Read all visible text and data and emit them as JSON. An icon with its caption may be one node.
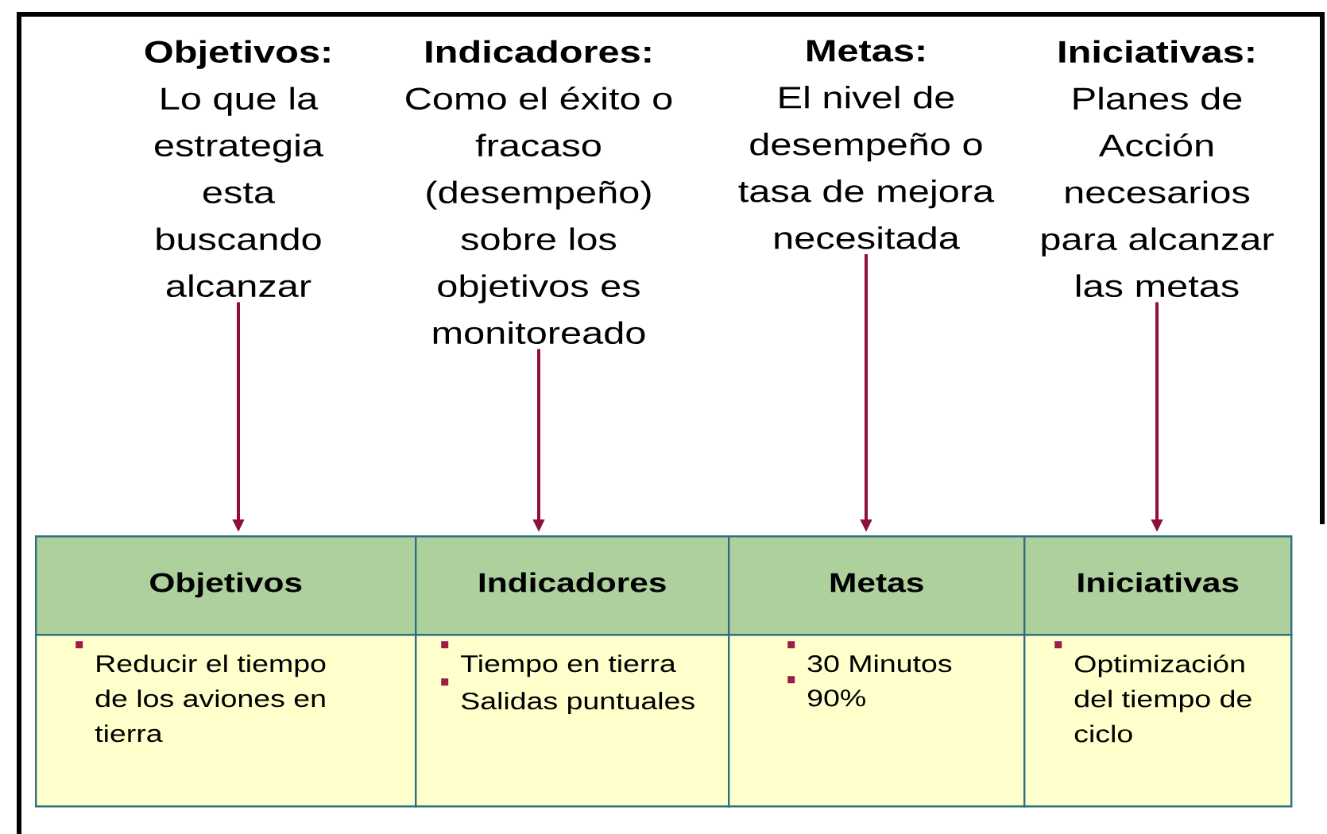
{
  "diagram": {
    "nodes": [
      {
        "text": [
          "Objetivos:",
          "Lo que la estrategia esta buscando alcanzar"
        ]
      },
      {
        "text": [
          "Indicadores:",
          "Como el éxito o fracaso (desempeño) sobre los objetivos es monitoreado"
        ]
      },
      {
        "text": [
          "Metas:",
          "El nivel de desempeño o tasa de mejora necesitada"
        ]
      },
      {
        "text": [
          "Iniciativas:",
          "Planes de Acción necesarios para alcanzar las metas"
        ]
      },
      {
        "text": [
          "Objetivos"
        ]
      },
      {
        "text": [
          "Indicadores"
        ]
      },
      {
        "text": [
          "Metas"
        ]
      },
      {
        "text": [
          "Iniciativas"
        ]
      },
      {
        "text": [
          "Reducir el tiempo de los aviones en tierra"
        ]
      },
      {
        "text": [
          "Tiempo en tierra",
          "Salidas puntuales"
        ]
      },
      {
        "text": [
          "30 Minutos",
          "90%"
        ]
      },
      {
        "text": [
          "Optimización del tiempo de ciclo"
        ]
      }
    ],
    "edges": [
      {
        "from": 0,
        "to": 4,
        "arrow": "to"
      },
      {
        "from": 1,
        "to": 5,
        "arrow": "to"
      },
      {
        "from": 2,
        "to": 6,
        "arrow": "to"
      },
      {
        "from": 3,
        "to": 7,
        "arrow": "to"
      }
    ]
  }
}
